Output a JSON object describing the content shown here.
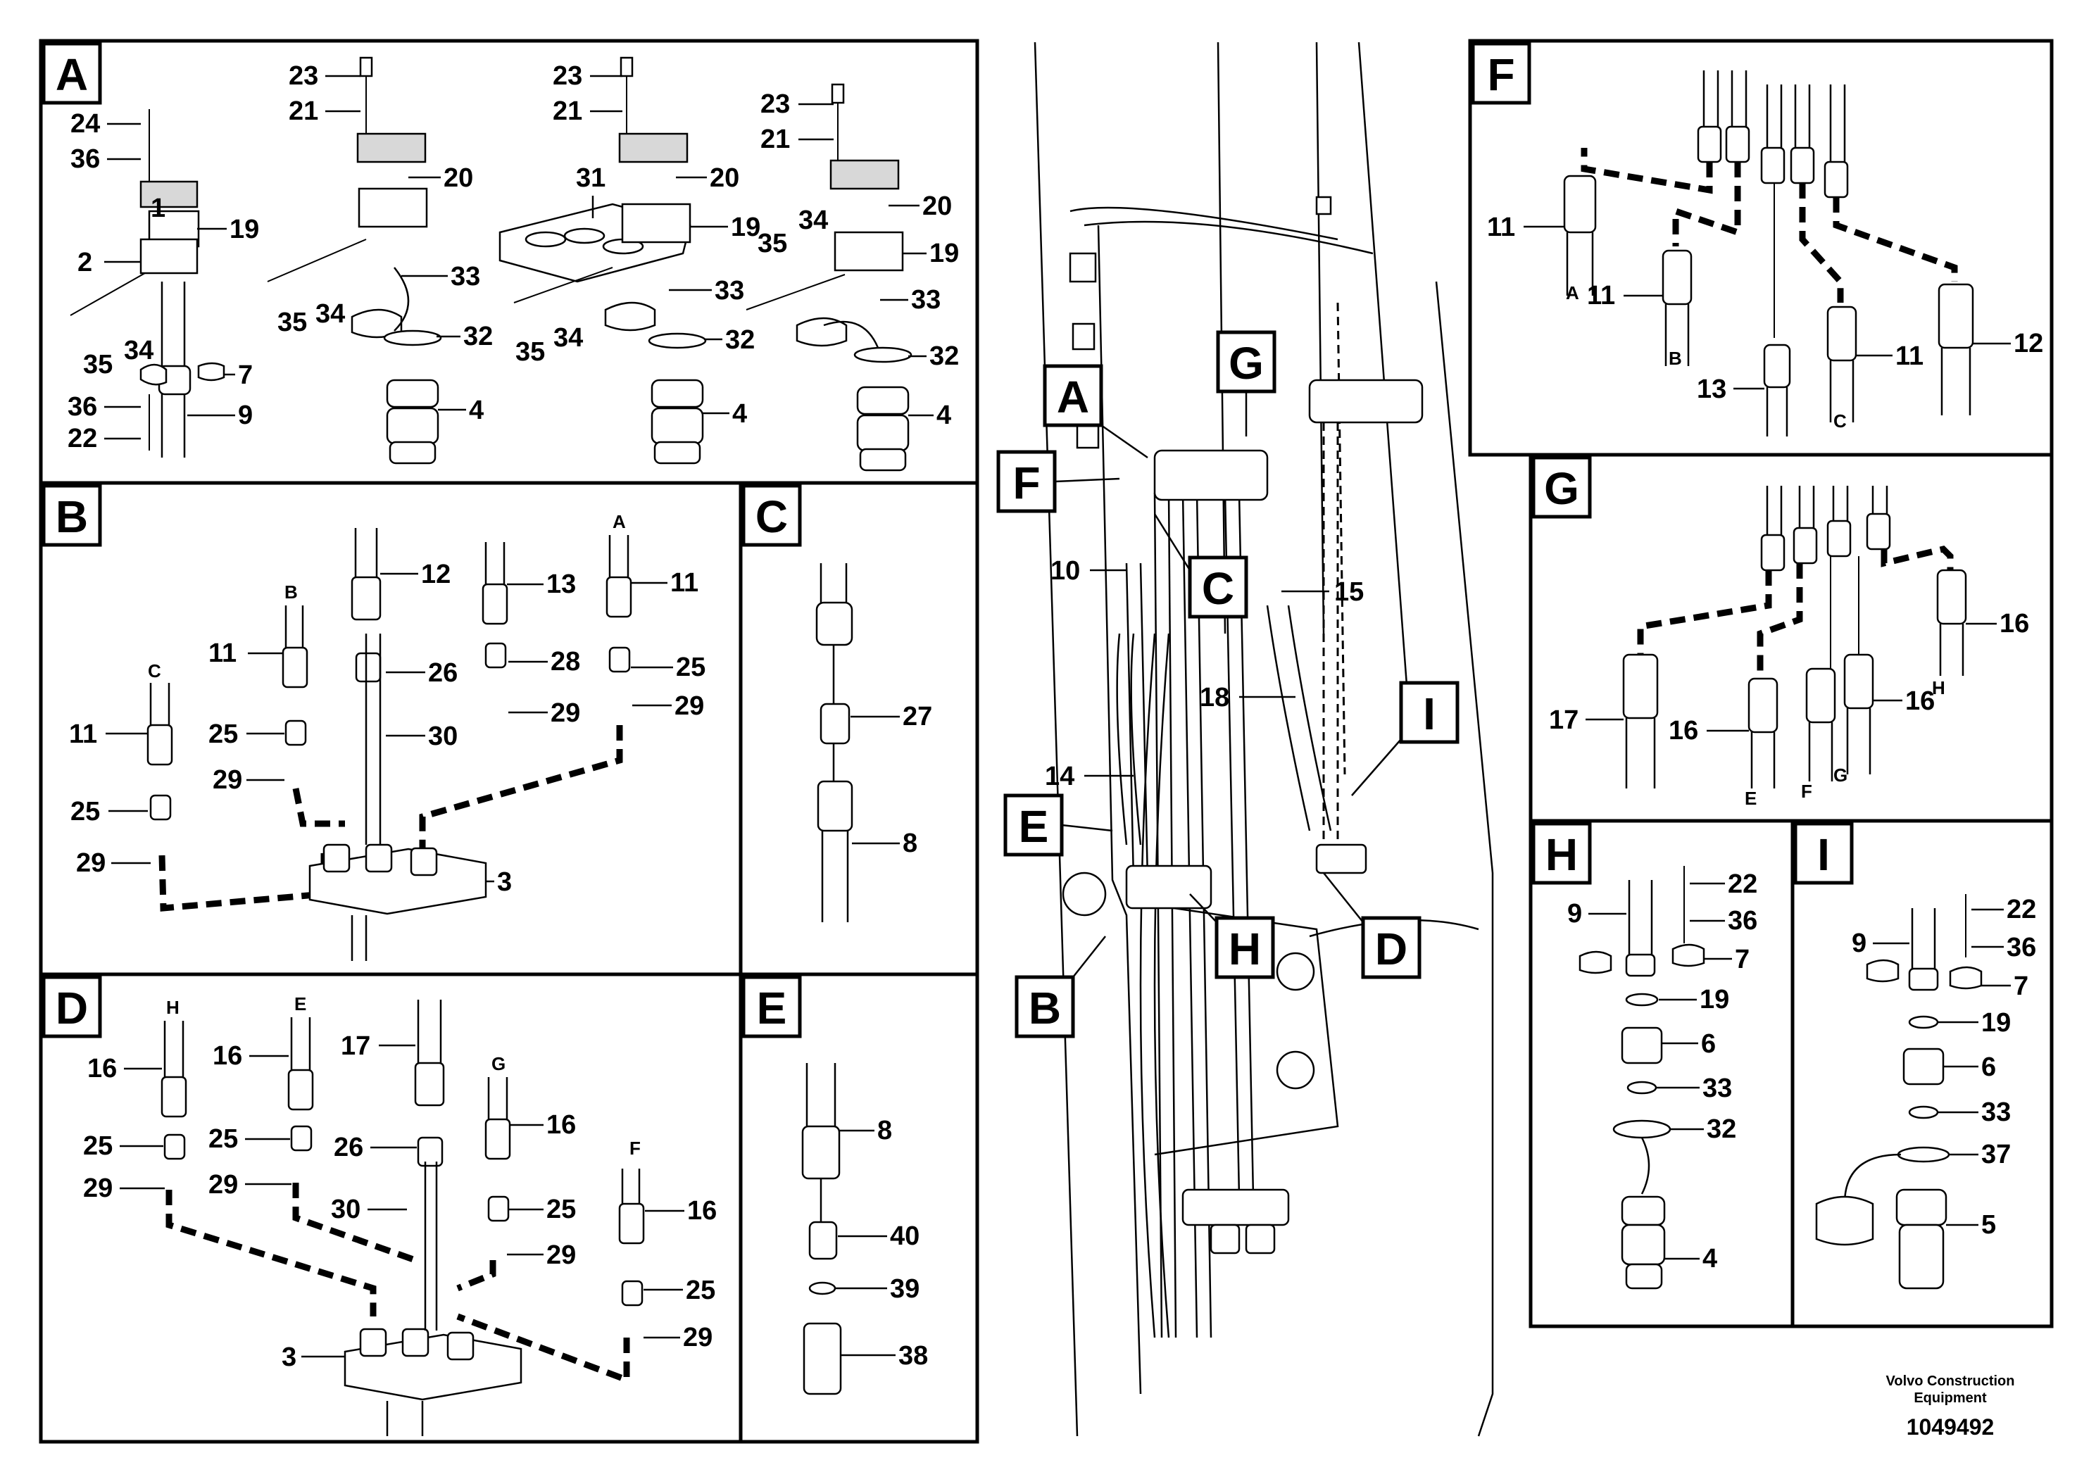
{
  "document": {
    "publisher": "Volvo Construction Equipment",
    "publisher_line1": "Volvo Construction",
    "publisher_line2": "Equipment",
    "drawing_number": "1049492"
  },
  "panels": {
    "A": {
      "label": "A",
      "callouts": [
        "23",
        "21",
        "24",
        "36",
        "20",
        "19",
        "1",
        "2",
        "35",
        "34",
        "33",
        "32",
        "4",
        "31",
        "7",
        "36",
        "22",
        "9"
      ]
    },
    "B": {
      "label": "B",
      "hose_ends": [
        "A",
        "B",
        "C"
      ],
      "callouts": [
        "12",
        "13",
        "11",
        "11",
        "26",
        "28",
        "25",
        "11",
        "25",
        "29",
        "30",
        "29",
        "29",
        "25",
        "29",
        "3"
      ]
    },
    "C": {
      "label": "C",
      "callouts": [
        "27",
        "8"
      ]
    },
    "D": {
      "label": "D",
      "hose_ends": [
        "H",
        "E",
        "G",
        "F"
      ],
      "callouts": [
        "16",
        "16",
        "17",
        "16",
        "25",
        "25",
        "26",
        "25",
        "29",
        "29",
        "30",
        "29",
        "16",
        "25",
        "29",
        "3"
      ]
    },
    "E": {
      "label": "E",
      "callouts": [
        "8",
        "40",
        "39",
        "38"
      ]
    },
    "F": {
      "label": "F",
      "hose_ends": [
        "A",
        "B",
        "C"
      ],
      "callouts": [
        "11",
        "11",
        "13",
        "11",
        "12"
      ]
    },
    "G": {
      "label": "G",
      "hose_ends": [
        "E",
        "F",
        "G",
        "H"
      ],
      "callouts": [
        "16",
        "17",
        "16",
        "16"
      ]
    },
    "H": {
      "label": "H",
      "callouts": [
        "9",
        "22",
        "36",
        "7",
        "19",
        "6",
        "33",
        "32",
        "4"
      ]
    },
    "I": {
      "label": "I",
      "callouts": [
        "9",
        "22",
        "36",
        "7",
        "19",
        "6",
        "33",
        "37",
        "5"
      ]
    }
  },
  "overview": {
    "view_labels": [
      "A",
      "F",
      "C",
      "G",
      "E",
      "H",
      "B",
      "D",
      "I"
    ],
    "callouts": [
      "10",
      "15",
      "18",
      "14"
    ]
  }
}
